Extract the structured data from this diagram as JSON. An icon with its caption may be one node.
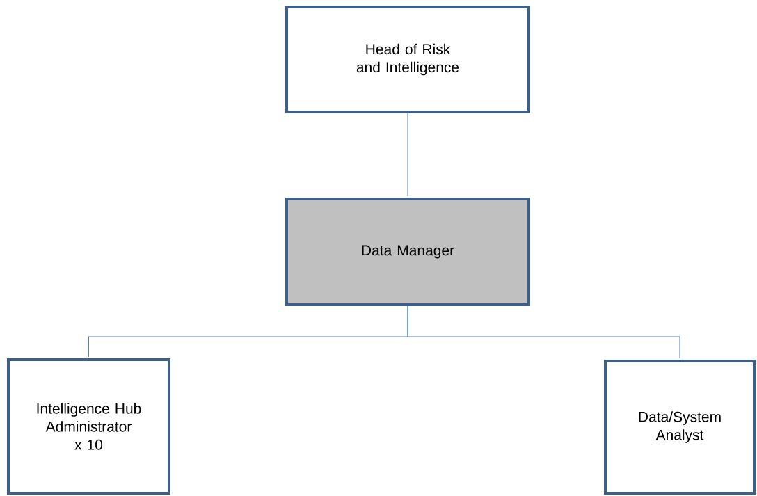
{
  "diagram": {
    "nodes": [
      {
        "text": [
          "Head of Risk and Intelligence"
        ]
      },
      {
        "text": [
          "Data Manager"
        ]
      },
      {
        "text": [
          "Intelligence Hub Administrator x 10"
        ]
      },
      {
        "text": [
          "Data/System Analyst"
        ]
      }
    ],
    "edges": [
      {
        "from": 0,
        "to": 1,
        "arrow": "none"
      },
      {
        "from": 1,
        "to": 2,
        "arrow": "none"
      },
      {
        "from": 1,
        "to": 3,
        "arrow": "none"
      }
    ]
  }
}
